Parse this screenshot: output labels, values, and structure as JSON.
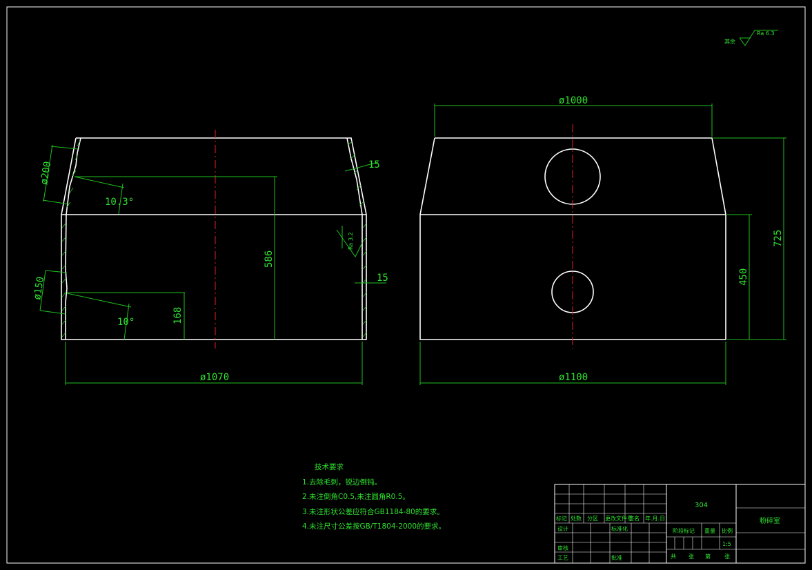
{
  "surface_finish": {
    "label": "其余",
    "value": "Ra 6.3"
  },
  "left_view": {
    "dims": {
      "d200": "ø200",
      "a10_3": "10.3°",
      "d150": "ø150",
      "a10": "10°",
      "h168": "168",
      "h586": "586",
      "w15_top": "15",
      "ra32": "Ra 3.2",
      "w15_side": "15",
      "d1070": "ø1070"
    }
  },
  "right_view": {
    "dims": {
      "d1000": "ø1000",
      "h725": "725",
      "h450": "450",
      "d1100": "ø1100"
    }
  },
  "tech_requirements": {
    "title": "技术要求",
    "items": [
      "1.去除毛刺，锐边倒钝。",
      "2.未注倒角C0.5,未注圆角R0.5。",
      "3.未注形状公差应符合GB1184-80的要求。",
      "4.未注尺寸公差按GB/T1804-2000的要求。"
    ]
  },
  "title_block": {
    "material": "304",
    "part_name": "粉碎室",
    "row_headers": [
      "标记",
      "处数",
      "分区",
      "更改文件号",
      "签名",
      "年.月.日"
    ],
    "design": "设计",
    "standardize": "标准化",
    "review": "审核",
    "process": "工艺",
    "approve": "批准",
    "stage_mark": "阶段标记",
    "weight": "重量",
    "scale": "比例",
    "scale_value": "1:5",
    "sheets": [
      "共",
      "张",
      "第",
      "张"
    ]
  }
}
